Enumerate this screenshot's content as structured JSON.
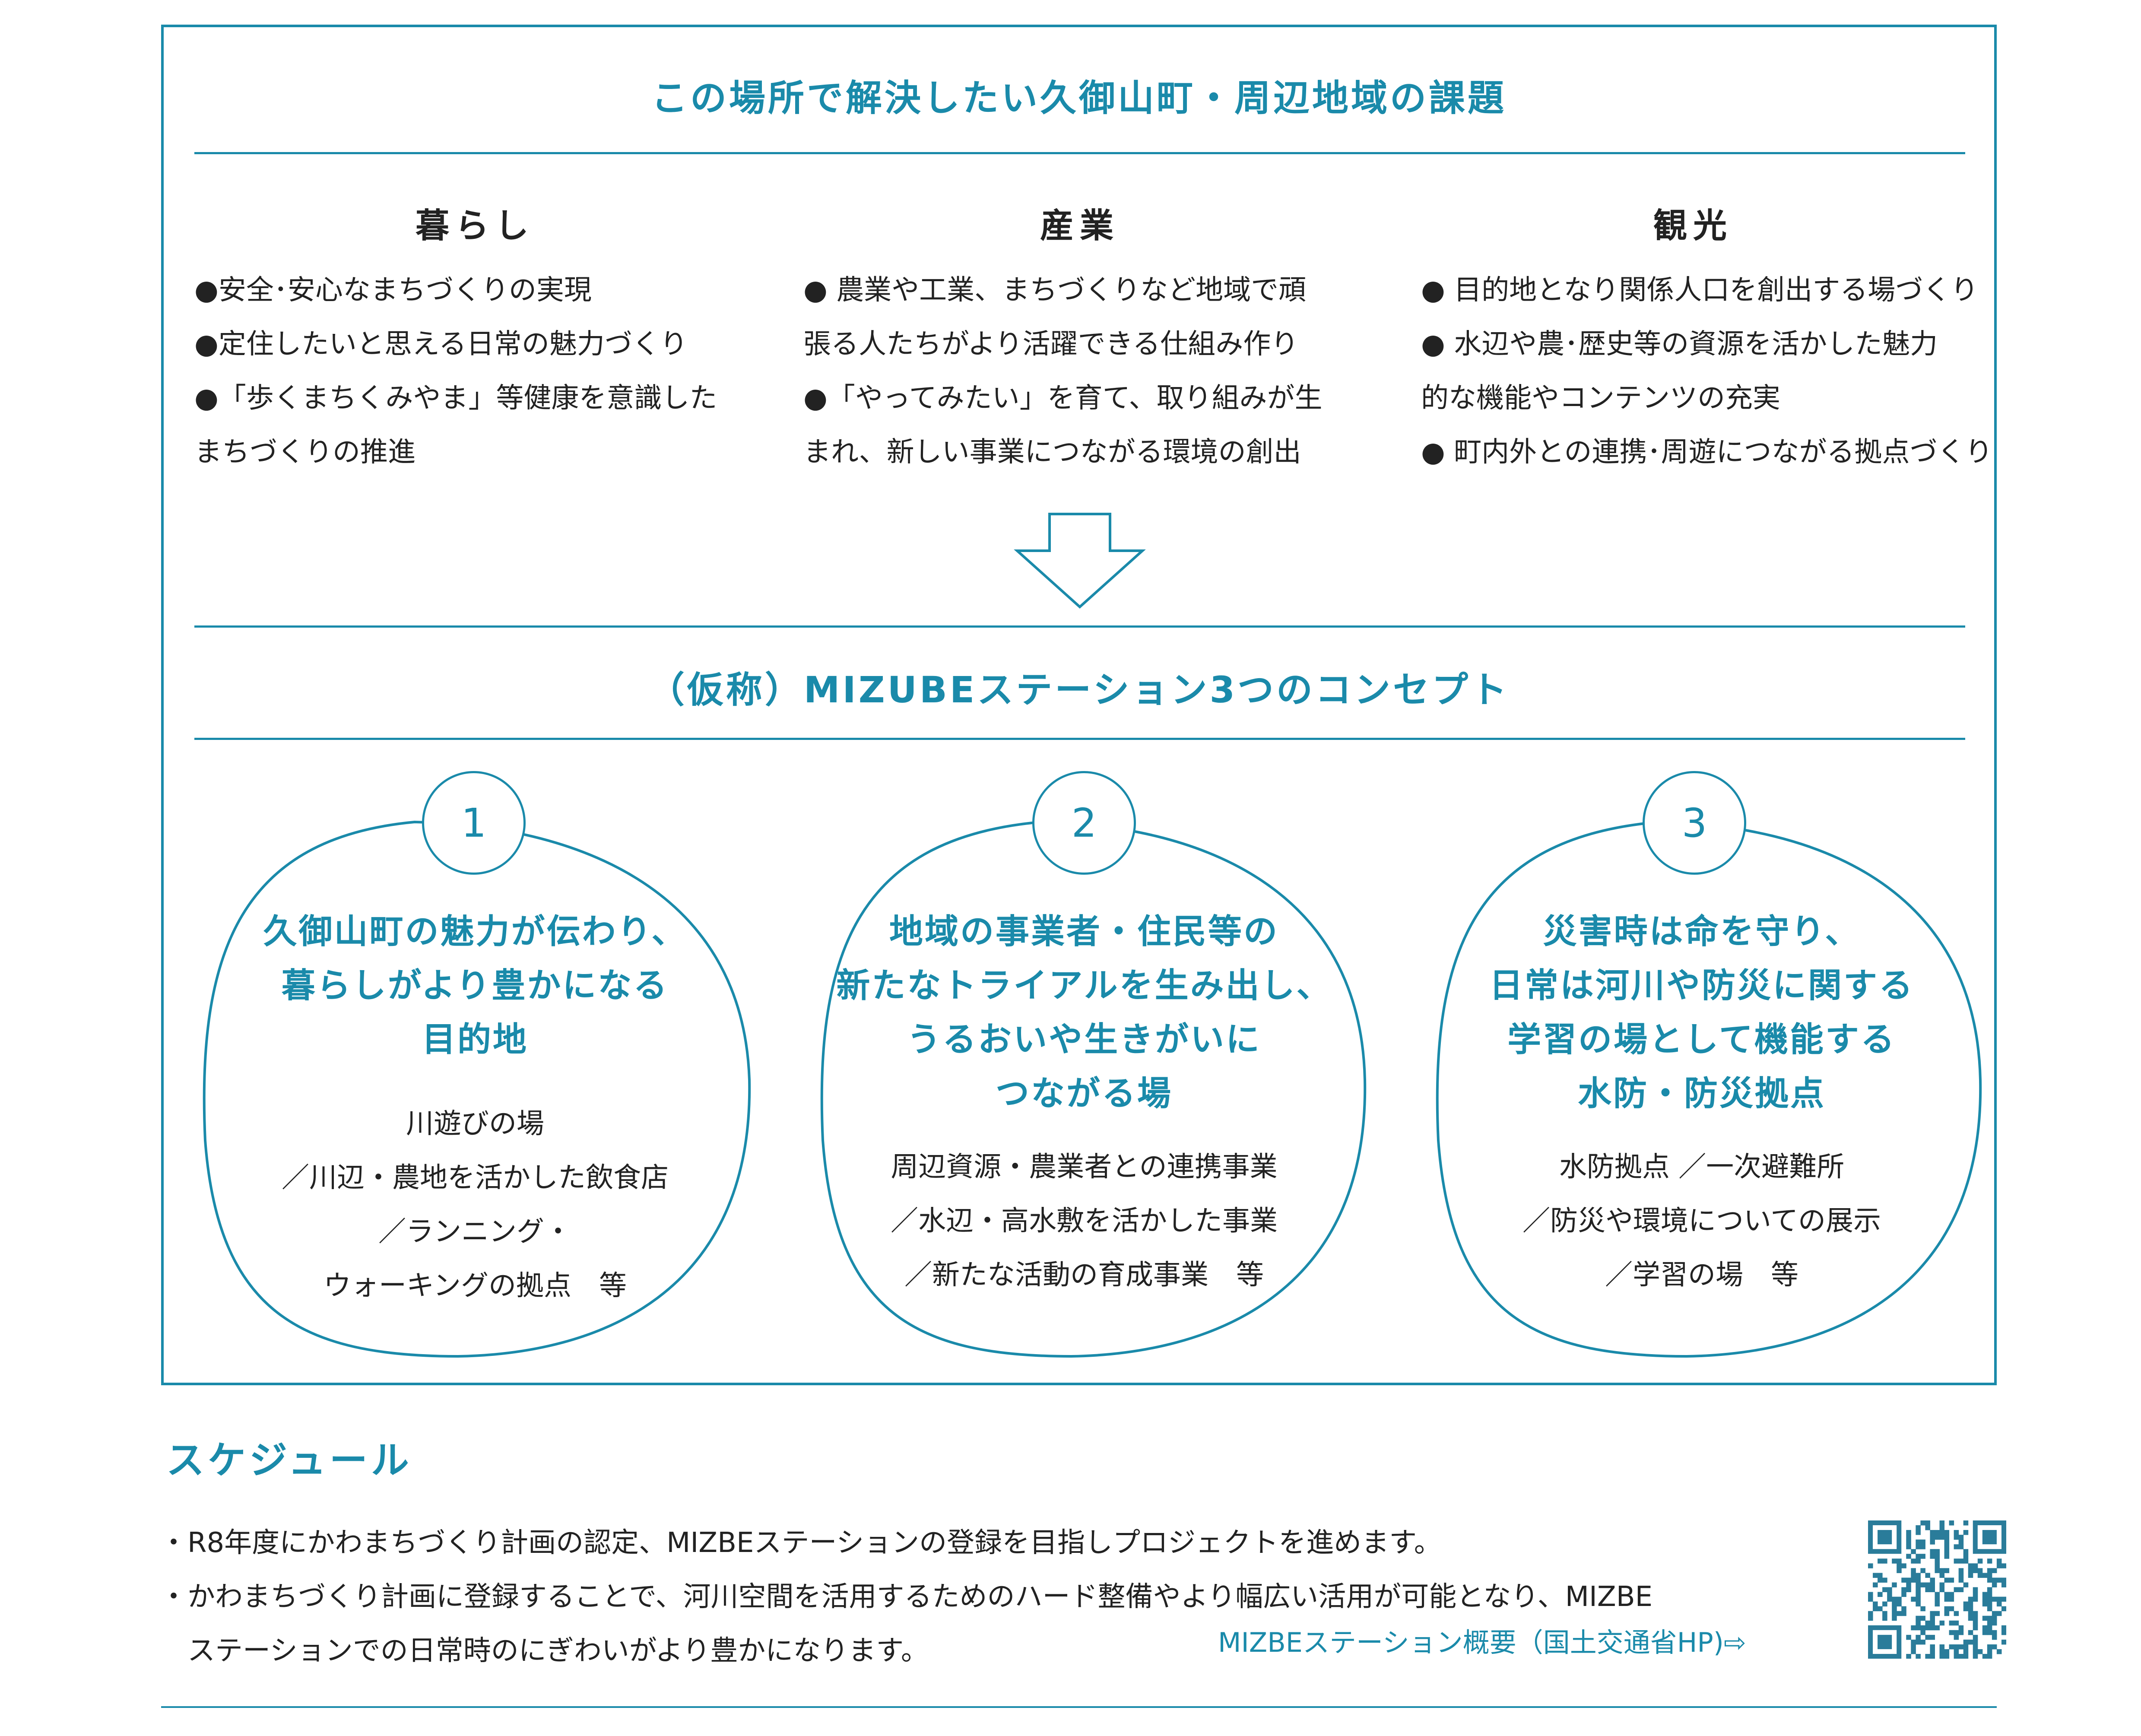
{
  "issues": {
    "title": "この場所で解決したい久御山町・周辺地域の課題",
    "columns": [
      {
        "heading": "暮らし",
        "lines": [
          "●安全･安心なまちづくりの実現",
          "●定住したいと思える日常の魅力づくり",
          "●「歩くまちくみやま」等健康を意識した",
          "まちづくりの推進"
        ]
      },
      {
        "heading": "産業",
        "lines": [
          "● 農業や工業、まちづくりなど地域で頑",
          "張る人たちがより活躍できる仕組み作り",
          "●「やってみたい」を育て、取り組みが生",
          "まれ、新しい事業につながる環境の創出"
        ]
      },
      {
        "heading": "観光",
        "lines": [
          "● 目的地となり関係人口を創出する場づくり",
          "● 水辺や農･歴史等の資源を活かした魅力",
          "的な機能やコンテンツの充実",
          "● 町内外との連携･周遊につながる拠点づくり"
        ]
      }
    ]
  },
  "concepts": {
    "title": "（仮称）MIZUBEステーション3つのコンセプト",
    "items": [
      {
        "number": "1",
        "title_lines": [
          "久御山町の魅力が伝わり、",
          "暮らしがより豊かになる",
          "目的地"
        ],
        "body_lines": [
          "川遊びの場",
          "／川辺・農地を活かした飲食店",
          "／ランニング・",
          "ウォーキングの拠点　等"
        ]
      },
      {
        "number": "2",
        "title_lines": [
          "地域の事業者・住民等の",
          "新たなトライアルを生み出し、",
          "うるおいや生きがいに",
          "つながる場"
        ],
        "body_lines": [
          "周辺資源・農業者との連携事業",
          "／水辺・高水敷を活かした事業",
          "／新たな活動の育成事業　等"
        ]
      },
      {
        "number": "3",
        "title_lines": [
          "災害時は命を守り、",
          "日常は河川や防災に関する",
          "学習の場として機能する",
          "水防・防災拠点"
        ],
        "body_lines": [
          "水防拠点 ／一次避難所",
          "／防災や環境についての展示",
          "／学習の場　等"
        ]
      }
    ]
  },
  "schedule": {
    "title": "スケジュール",
    "lines": [
      "・R8年度にかわまちづくり計画の認定、MIZBEステーションの登録を目指しプロジェクトを進めます。",
      "・かわまちづくり計画に登録することで、河川空間を活用するためのハード整備やより幅広い活用が可能となり、MIZBE",
      "　ステーションでの日常時のにぎわいがより豊かになります。"
    ],
    "link_label": "MIZBEステーション概要（国土交通省HP)⇨"
  },
  "colors": {
    "accent": "#1a8aaa",
    "text": "#222222"
  }
}
